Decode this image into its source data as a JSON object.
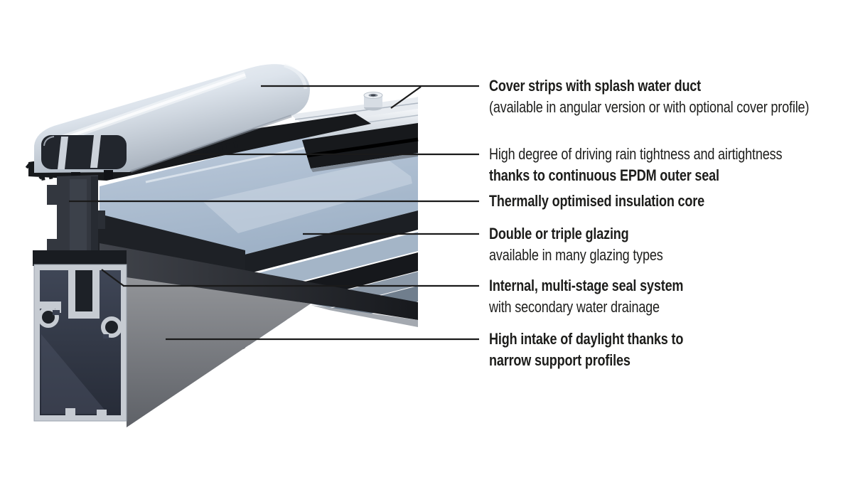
{
  "page": {
    "background": "#ffffff",
    "text_color": "#1d1d1b",
    "leader_line_color": "#1a1a1a"
  },
  "labels": [
    {
      "id": "cover-strips",
      "lines": [
        {
          "text": "Cover strips with splash water duct",
          "bold": true
        },
        {
          "text": "(available in angular version or with optional cover profile)",
          "bold": false
        }
      ]
    },
    {
      "id": "rain-tightness",
      "lines": [
        {
          "text": "High degree of driving rain tightness and airtightness",
          "bold": false
        },
        {
          "text": "thanks to continuous EPDM outer seal",
          "bold": true
        }
      ]
    },
    {
      "id": "insulation-core",
      "lines": [
        {
          "text": "Thermally optimised insulation core",
          "bold": true
        }
      ]
    },
    {
      "id": "glazing",
      "lines": [
        {
          "text": "Double or triple glazing",
          "bold": true
        },
        {
          "text": "available in many glazing types",
          "bold": false
        }
      ]
    },
    {
      "id": "seal-system",
      "lines": [
        {
          "text": "Internal, multi-stage seal system",
          "bold": true
        },
        {
          "text": "with secondary water drainage",
          "bold": false
        }
      ]
    },
    {
      "id": "daylight",
      "lines": [
        {
          "text": "High intake of daylight thanks to",
          "bold": true
        },
        {
          "text": "narrow support profiles",
          "bold": true
        }
      ]
    }
  ],
  "illustration": {
    "description": "Cutaway 3D cross-section of a glazing bar / skylight profile",
    "parts": [
      {
        "name": "cover-cap",
        "color": "#d6dde5"
      },
      {
        "name": "angular-cover-strip",
        "color": "#e7ebf0"
      },
      {
        "name": "screw-port",
        "color": "#edf0f4"
      },
      {
        "name": "epdm-outer-seal",
        "color": "#17191c"
      },
      {
        "name": "glass-pane-top",
        "color": "#b3c4d6"
      },
      {
        "name": "glazing-spacer-seal",
        "color": "#1c1f24"
      },
      {
        "name": "glass-pane-lower",
        "color": "#a4b5c7"
      },
      {
        "name": "insulation-core",
        "color": "#33373f"
      },
      {
        "name": "glazing-underside",
        "color": "#2a2d33"
      },
      {
        "name": "support-profile-cross-section",
        "color": "#c6cbd2"
      },
      {
        "name": "support-profile-side-face",
        "color": "#7c7f85"
      },
      {
        "name": "leader-line",
        "color": "#1a1a1a"
      }
    ]
  }
}
